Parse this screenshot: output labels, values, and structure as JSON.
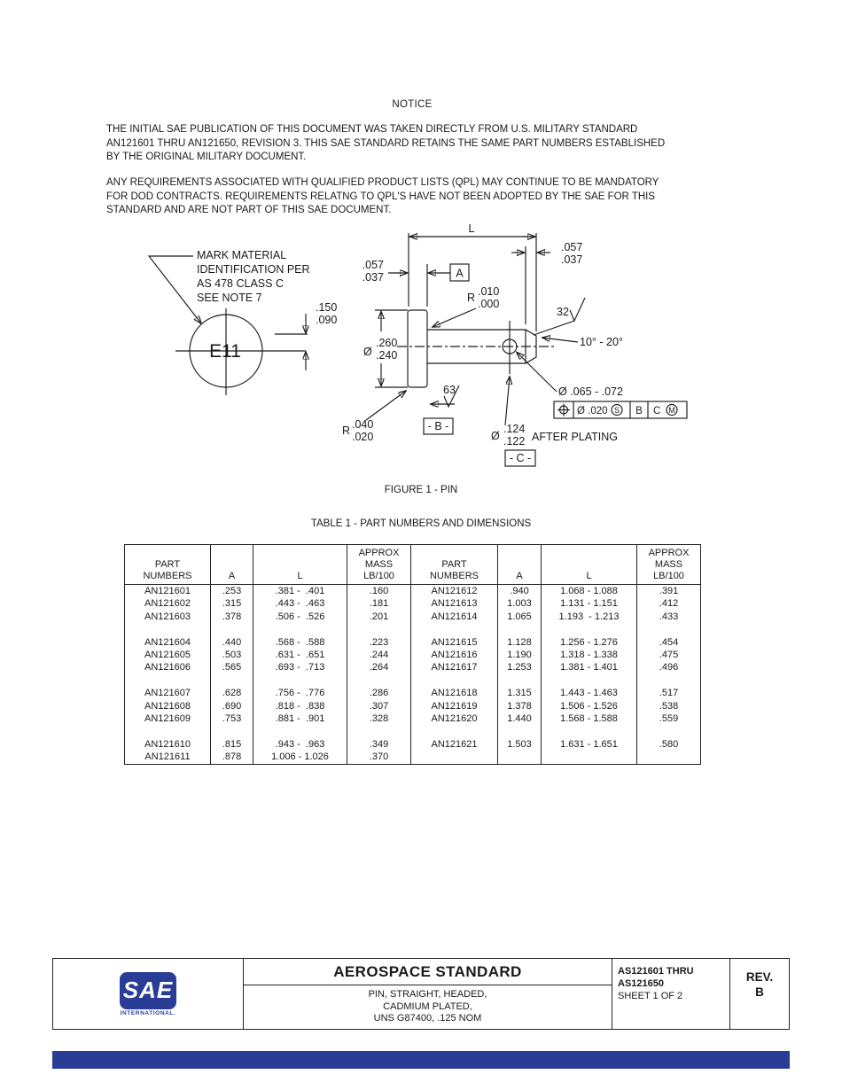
{
  "colors": {
    "sae_blue": "#2a3d96"
  },
  "page": {
    "notice_title": "NOTICE",
    "para1": "THE INITIAL SAE PUBLICATION OF THIS DOCUMENT WAS TAKEN DIRECTLY FROM U.S. MILITARY STANDARD\nAN121601 THRU AN121650, REVISION 3. THIS SAE STANDARD RETAINS THE SAME PART NUMBERS ESTABLISHED\nBY THE ORIGINAL MILITARY DOCUMENT.",
    "para2": "ANY REQUIREMENTS ASSOCIATED WITH QUALIFIED PRODUCT LISTS (QPL) MAY CONTINUE TO BE MANDATORY\nFOR DOD CONTRACTS.  REQUIREMENTS RELATNG TO QPL'S HAVE NOT BEEN ADOPTED BY THE SAE FOR THIS\nSTANDARD AND ARE NOT PART OF THIS SAE DOCUMENT.",
    "figure_caption": "FIGURE 1 - PIN",
    "table_caption": "TABLE 1 - PART NUMBERS AND DIMENSIONS"
  },
  "figure": {
    "note1": "MARK MATERIAL",
    "note2": "IDENTIFICATION PER",
    "note3": "AS 478 CLASS C",
    "note4": "SEE NOTE 7",
    "mark_code": "E11",
    "band_upper": ".150",
    "band_lower": ".090",
    "head_thk_upper": ".057",
    "head_thk_lower": ".037",
    "datum_a": "A",
    "dim_l": "L",
    "end_upper": ".057",
    "end_lower": ".037",
    "fillet_r": "R",
    "fillet_upper": ".010",
    "fillet_lower": ".000",
    "finish_32": "32",
    "angle": "10° - 20°",
    "head_dia_sym": "Ø",
    "head_dia_upper": ".260",
    "head_dia_lower": ".240",
    "finish_63": "63",
    "head_r": "R",
    "head_r_upper": ".040",
    "head_r_lower": ".020",
    "datum_b": "- B -",
    "hole_dia": "Ø .065 - .072",
    "fcf_tol": "Ø .020",
    "fcf_s": "S",
    "fcf_b": "B",
    "fcf_c": "C",
    "fcf_m": "M",
    "shaft_dia_sym": "Ø",
    "shaft_dia_upper": ".124",
    "shaft_dia_lower": ".122",
    "after_plating": "AFTER PLATING",
    "datum_c": "- C -"
  },
  "table": {
    "headers": {
      "part": "PART\nNUMBERS",
      "a": "A",
      "l": "L",
      "mass": "APPROX\nMASS\nLB/100"
    },
    "rows": [
      [
        "AN121601",
        ".253",
        ".381 -  .401",
        ".160",
        "AN121612",
        ".940",
        "1.068 - 1.088",
        ".391"
      ],
      [
        "AN121602",
        ".315",
        ".443 -  .463",
        ".181",
        "AN121613",
        "1.003",
        "1.131 - 1.151",
        ".412"
      ],
      [
        "AN121603",
        ".378",
        ".506 -  .526",
        ".201",
        "AN121614",
        "1.065",
        "1.193  - 1.213",
        ".433"
      ],
      [
        "",
        "",
        "",
        "",
        "",
        "",
        "",
        ""
      ],
      [
        "AN121604",
        ".440",
        ".568 -  .588",
        ".223",
        "AN121615",
        "1.128",
        "1.256 - 1.276",
        ".454"
      ],
      [
        "AN121605",
        ".503",
        ".631 -  .651",
        ".244",
        "AN121616",
        "1.190",
        "1.318 - 1.338",
        ".475"
      ],
      [
        "AN121606",
        ".565",
        ".693 -  .713",
        ".264",
        "AN121617",
        "1.253",
        "1.381 - 1.401",
        ".496"
      ],
      [
        "",
        "",
        "",
        "",
        "",
        "",
        "",
        ""
      ],
      [
        "AN121607",
        ".628",
        ".756 -  .776",
        ".286",
        "AN121618",
        "1.315",
        "1.443 - 1.463",
        ".517"
      ],
      [
        "AN121608",
        ".690",
        ".818 -  .838",
        ".307",
        "AN121619",
        "1.378",
        "1.506 - 1.526",
        ".538"
      ],
      [
        "AN121609",
        ".753",
        ".881 -  .901",
        ".328",
        "AN121620",
        "1.440",
        "1.568 - 1.588",
        ".559"
      ],
      [
        "",
        "",
        "",
        "",
        "",
        "",
        "",
        ""
      ],
      [
        "AN121610",
        ".815",
        ".943 -  .963",
        ".349",
        "AN121621",
        "1.503",
        "1.631 - 1.651",
        ".580"
      ],
      [
        "AN121611",
        ".878",
        "1.006 - 1.026",
        ".370",
        "",
        "",
        "",
        ""
      ]
    ]
  },
  "footer": {
    "logo_sae": "SAE",
    "logo_sub": "INTERNATIONAL.",
    "doc_type": "AEROSPACE STANDARD",
    "subtitle1": "PIN, STRAIGHT, HEADED,",
    "subtitle2": "CADMIUM PLATED,",
    "subtitle3": "UNS G87400, .125 NOM",
    "doc_number_line1": "AS121601 THRU",
    "doc_number_line2": "AS121650",
    "sheet": "SHEET 1 OF 2",
    "rev_label": "REV.",
    "rev_value": "B"
  }
}
